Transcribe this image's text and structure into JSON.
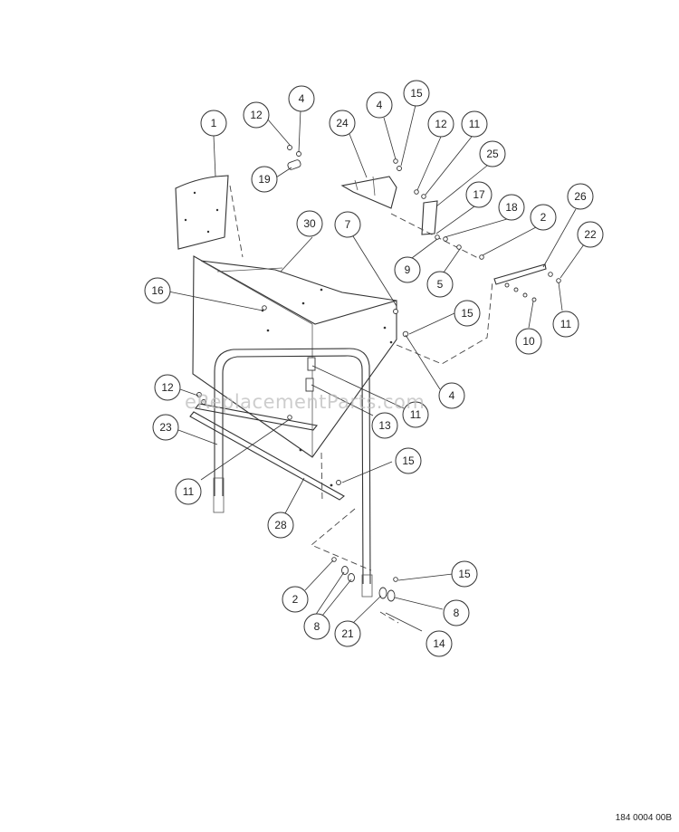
{
  "watermark": "eReplacementParts.com",
  "drawing_number": "184 0004 00B",
  "callouts": [
    "1",
    "4",
    "12",
    "19",
    "24",
    "4",
    "15",
    "12",
    "11",
    "25",
    "17",
    "18",
    "2",
    "26",
    "22",
    "30",
    "7",
    "16",
    "15",
    "9",
    "5",
    "10",
    "11",
    "12",
    "4",
    "11",
    "13",
    "23",
    "15",
    "11",
    "28",
    "2",
    "8",
    "21",
    "15",
    "8",
    "14"
  ]
}
